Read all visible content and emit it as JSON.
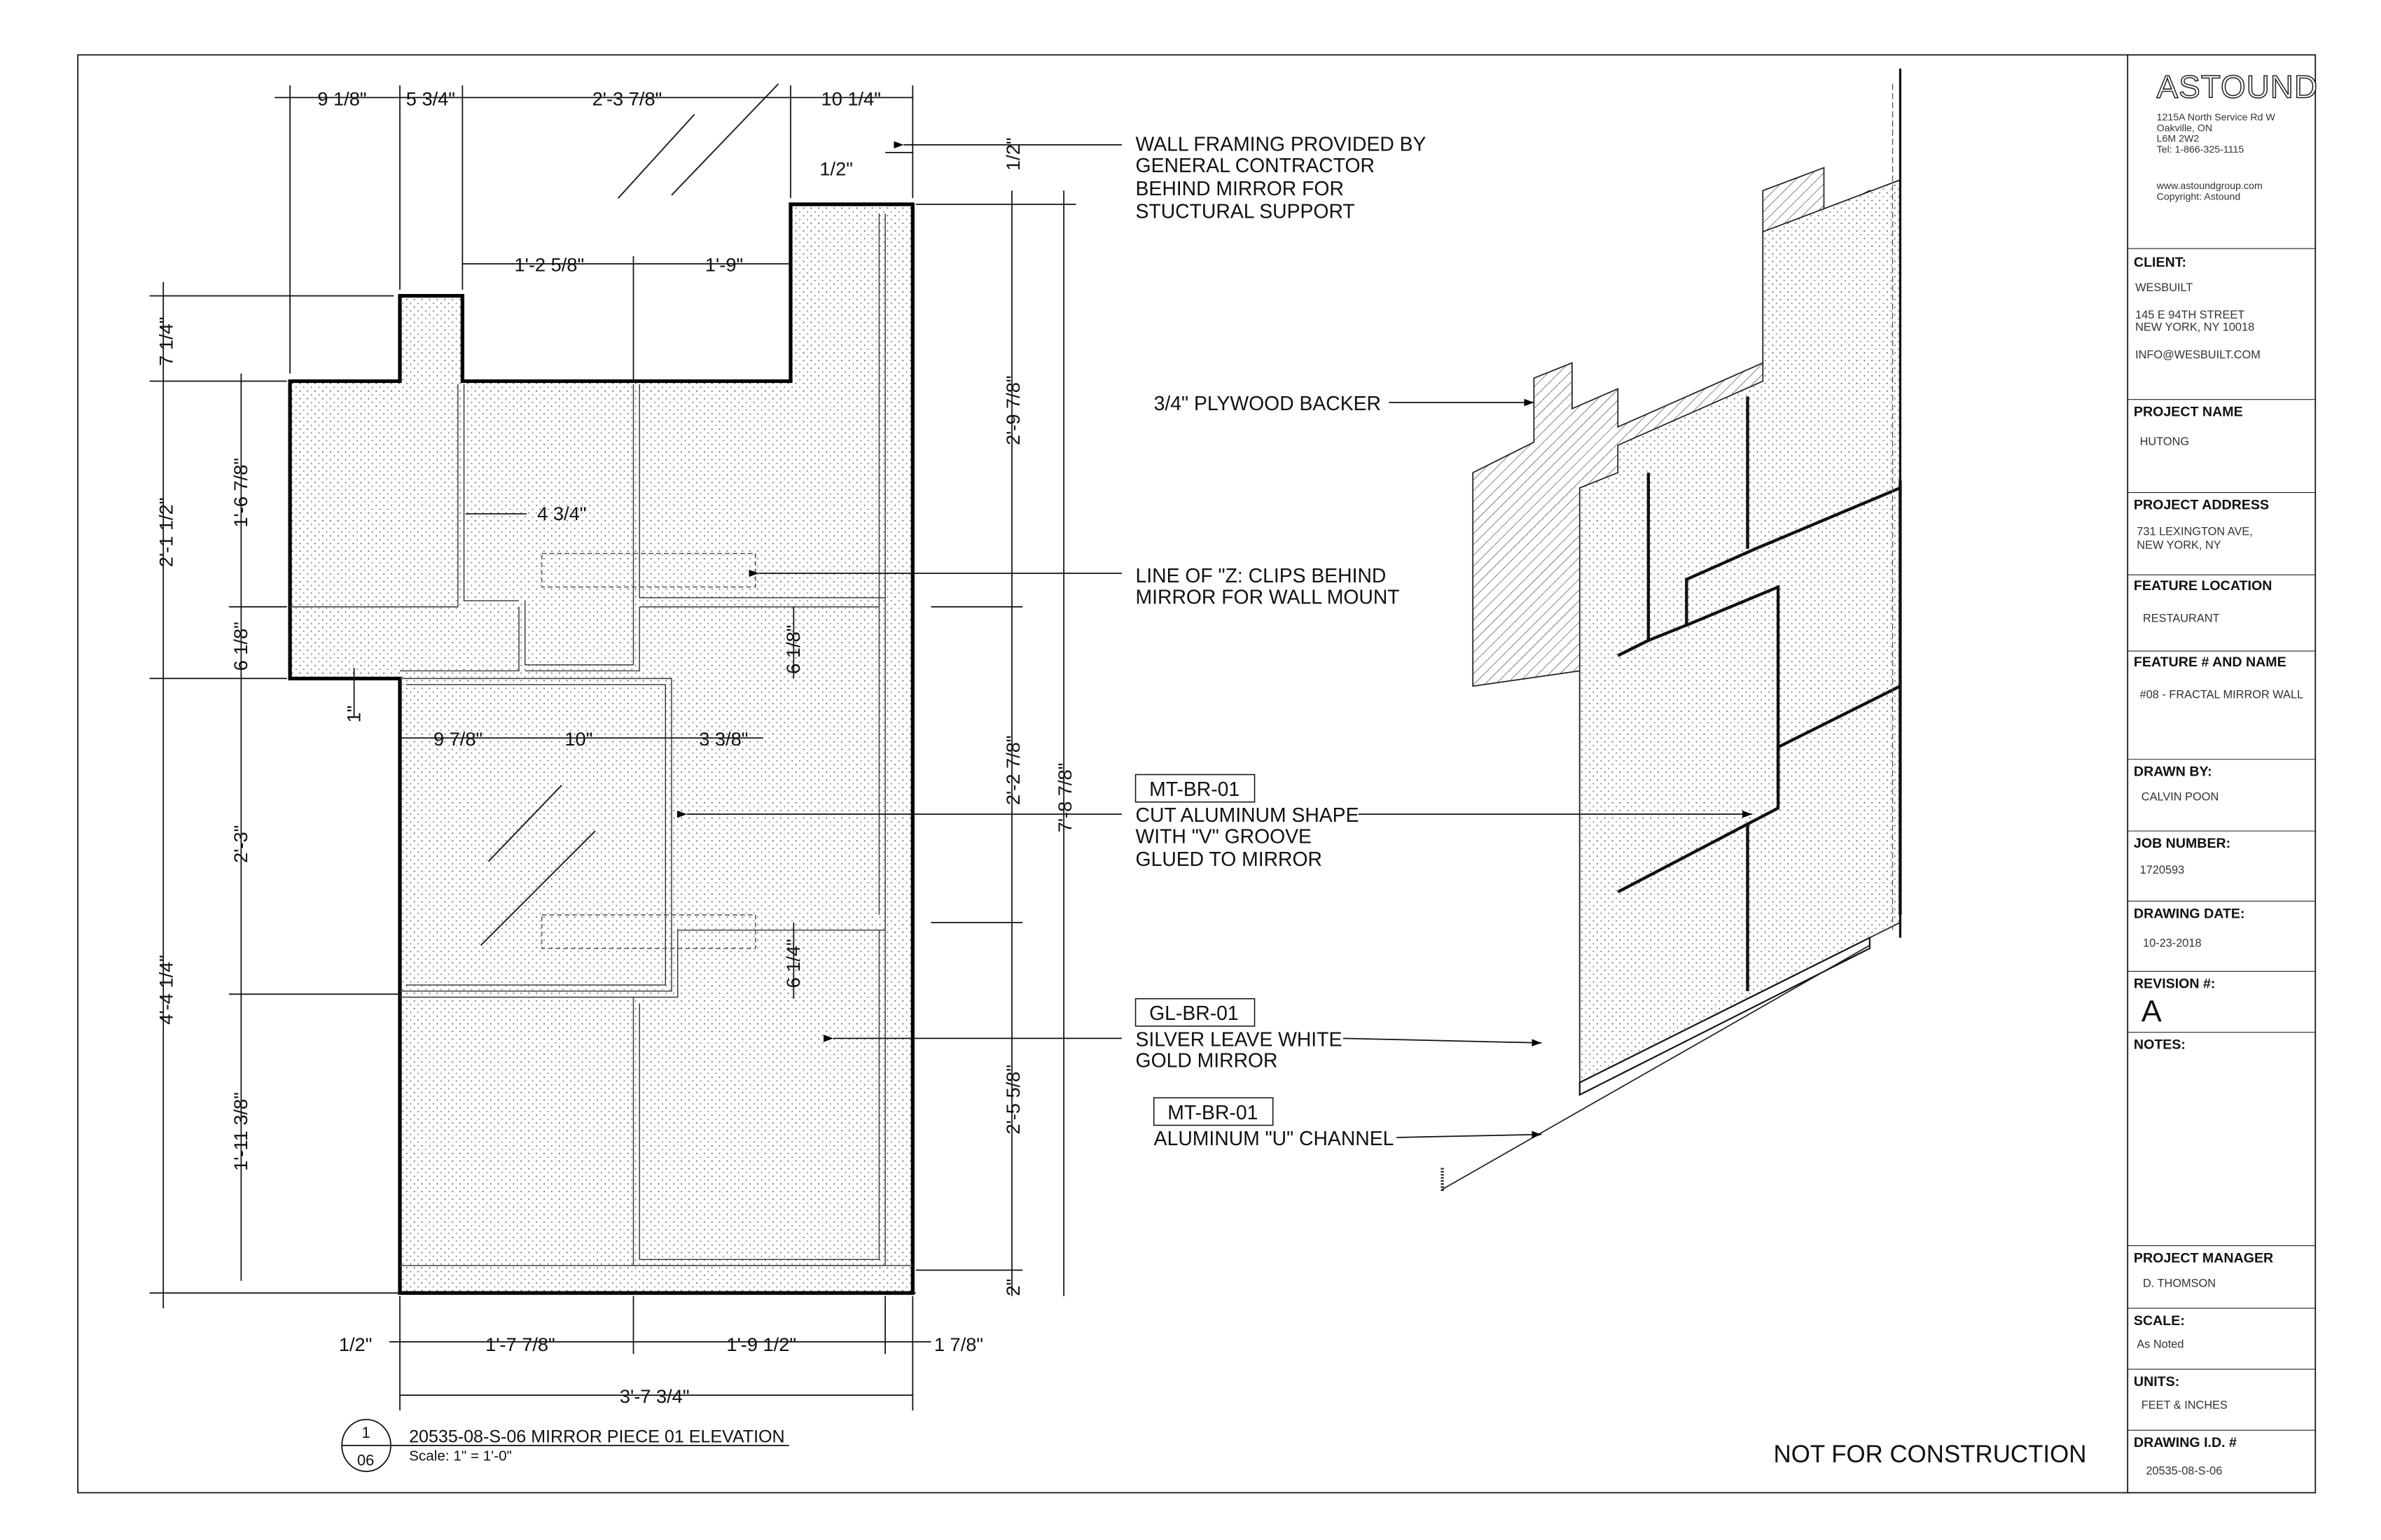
{
  "company": {
    "logo": "ASTOUND",
    "address_lines": [
      "1215A North Service Rd W",
      "Oakville, ON",
      "L6M 2W2",
      "Tel: 1-866-325-1115"
    ],
    "web_lines": [
      "www.astoundgroup.com",
      "Copyright: Astound"
    ]
  },
  "title_block": {
    "client_label": "CLIENT:",
    "client_lines": [
      "WESBUILT",
      "145 E 94TH STREET",
      "NEW YORK, NY 10018",
      "INFO@WESBUILT.COM"
    ],
    "project_name_label": "PROJECT NAME",
    "project_name": "HUTONG",
    "project_address_label": "PROJECT ADDRESS",
    "project_address_lines": [
      "731 LEXINGTON AVE,",
      "NEW YORK, NY"
    ],
    "feature_location_label": "FEATURE LOCATION",
    "feature_location": "RESTAURANT",
    "feature_label": "FEATURE # AND NAME",
    "feature": "#08 - FRACTAL MIRROR WALL",
    "drawn_by_label": "DRAWN BY:",
    "drawn_by": "CALVIN POON",
    "job_number_label": "JOB NUMBER:",
    "job_number": "1720593",
    "drawing_date_label": "DRAWING DATE:",
    "drawing_date": "10-23-2018",
    "revision_label": "REVISION #:",
    "revision": "A",
    "notes_label": "NOTES:",
    "project_manager_label": "PROJECT MANAGER",
    "project_manager": "D. THOMSON",
    "scale_label": "SCALE:",
    "scale": "As Noted",
    "units_label": "UNITS:",
    "units": "FEET & INCHES",
    "drawing_id_label": "DRAWING I.D. #",
    "drawing_id": "20535-08-S-06"
  },
  "drawing": {
    "detail_number": "1",
    "sheet_number": "06",
    "title": "20535-08-S-06 MIRROR PIECE 01 ELEVATION",
    "scale": "Scale: 1\" = 1'-0\"",
    "stamp": "NOT FOR CONSTRUCTION"
  },
  "dimensions": {
    "top": [
      "9 1/8\"",
      "5 3/4\"",
      "2'-3 7/8\"",
      "10 1/4\"",
      "1/2\""
    ],
    "notch": [
      "1'-2 5/8\"",
      "1'-9\""
    ],
    "left_outer": [
      "7 1/4\"",
      "2'-1 1/2\"",
      "4'-4 1/4\""
    ],
    "left_inner": [
      "1'-6 7/8\"",
      "6 1/8\"",
      "2'-3\"",
      "1'-11 3/8\"",
      "1\""
    ],
    "interior": [
      "4 3/4\"",
      "6 1/8\"",
      "9 7/8\"",
      "10\"",
      "3 3/8\"",
      "6 1/4\""
    ],
    "right_inner": [
      "1/2\"",
      "2'-9 7/8\"",
      "2'-2 7/8\"",
      "2'-5 5/8\"",
      "2\""
    ],
    "right_outer": [
      "7'-8 7/8\""
    ],
    "bottom": [
      "1/2\"",
      "1'-7 7/8\"",
      "1'-9 1/2\"",
      "1 7/8\""
    ],
    "overall_width": "3'-7 3/4\""
  },
  "callouts": {
    "wall_framing": [
      "WALL FRAMING PROVIDED BY",
      "GENERAL CONTRACTOR",
      "BEHIND MIRROR FOR",
      "STUCTURAL SUPPORT"
    ],
    "plywood": "3/4\" PLYWOOD BACKER",
    "z_clips": [
      "LINE OF \"Z: CLIPS BEHIND",
      "MIRROR FOR WALL MOUNT"
    ],
    "aluminum_tag": "MT-BR-01",
    "aluminum": [
      "CUT ALUMINUM SHAPE",
      "WITH \"V\" GROOVE",
      "GLUED TO MIRROR"
    ],
    "mirror_tag": "GL-BR-01",
    "mirror": [
      "SILVER LEAVE WHITE",
      "GOLD MIRROR"
    ],
    "channel_tag": "MT-BR-01",
    "channel": "ALUMINUM \"U\" CHANNEL"
  }
}
